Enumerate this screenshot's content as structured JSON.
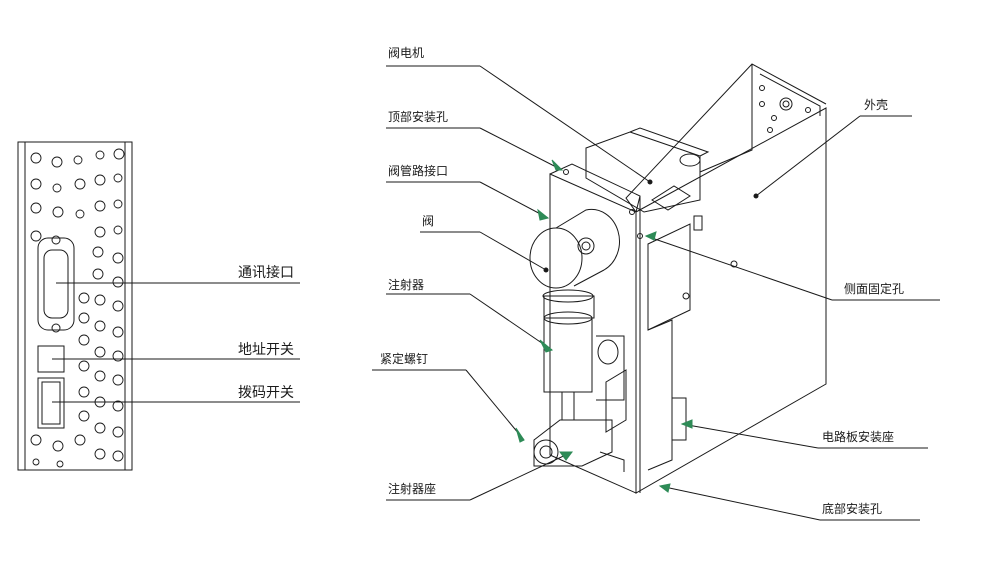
{
  "diagram": {
    "left_labels": [
      {
        "key": "comm_port",
        "text": "通讯接口"
      },
      {
        "key": "address_switch",
        "text": "地址开关"
      },
      {
        "key": "dip_switch",
        "text": "拨码开关"
      }
    ],
    "labels": [
      {
        "key": "valve_motor",
        "text": "阀电机"
      },
      {
        "key": "top_mount_hole",
        "text": "顶部安装孔"
      },
      {
        "key": "valve_pipe_port",
        "text": "阀管路接口"
      },
      {
        "key": "valve",
        "text": "阀"
      },
      {
        "key": "syringe",
        "text": "注射器"
      },
      {
        "key": "set_screw",
        "text": "紧定螺钉"
      },
      {
        "key": "syringe_seat",
        "text": "注射器座"
      },
      {
        "key": "housing",
        "text": "外壳"
      },
      {
        "key": "side_fix_hole",
        "text": "侧面固定孔"
      },
      {
        "key": "pcb_mount",
        "text": "电路板安装座"
      },
      {
        "key": "bottom_mount_hole",
        "text": "底部安装孔"
      }
    ],
    "colors": {
      "line": "#1a1a1a",
      "arrow": "#2e8b57"
    }
  }
}
